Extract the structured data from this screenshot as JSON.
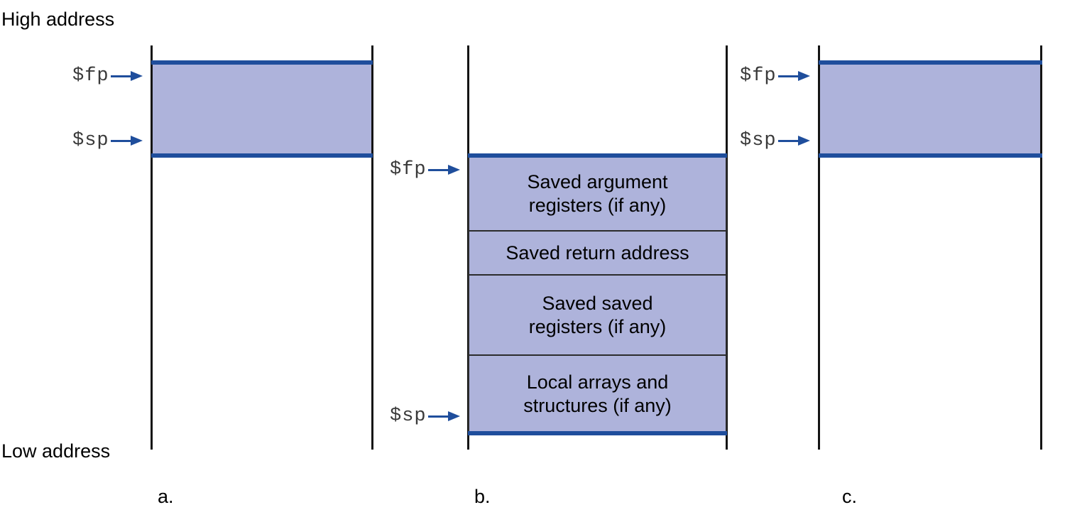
{
  "figure": {
    "top_axis_label": "High address",
    "bottom_axis_label": "Low address"
  },
  "colors": {
    "frame_fill": "#aeb3db",
    "boundary_rule": "#1f4e9c",
    "wall": "#141414",
    "cell_divider": "#2c2c2c",
    "text": "#000000",
    "register_text": "#3a3a3a"
  },
  "panels": [
    {
      "caption": "a.",
      "pointers": [
        {
          "name": "$fp",
          "icon": "right-arrow-icon"
        },
        {
          "name": "$sp",
          "icon": "right-arrow-icon"
        }
      ],
      "cells": []
    },
    {
      "caption": "b.",
      "pointers": [
        {
          "name": "$fp",
          "icon": "right-arrow-icon"
        },
        {
          "name": "$sp",
          "icon": "right-arrow-icon"
        }
      ],
      "cells": [
        {
          "lines": [
            "Saved argument",
            "registers (if any)"
          ]
        },
        {
          "lines": [
            "Saved return address"
          ]
        },
        {
          "lines": [
            "Saved saved",
            "registers (if any)"
          ]
        },
        {
          "lines": [
            "Local arrays and",
            "structures (if any)"
          ]
        }
      ]
    },
    {
      "caption": "c.",
      "pointers": [
        {
          "name": "$fp",
          "icon": "right-arrow-icon"
        },
        {
          "name": "$sp",
          "icon": "right-arrow-icon"
        }
      ],
      "cells": []
    }
  ]
}
